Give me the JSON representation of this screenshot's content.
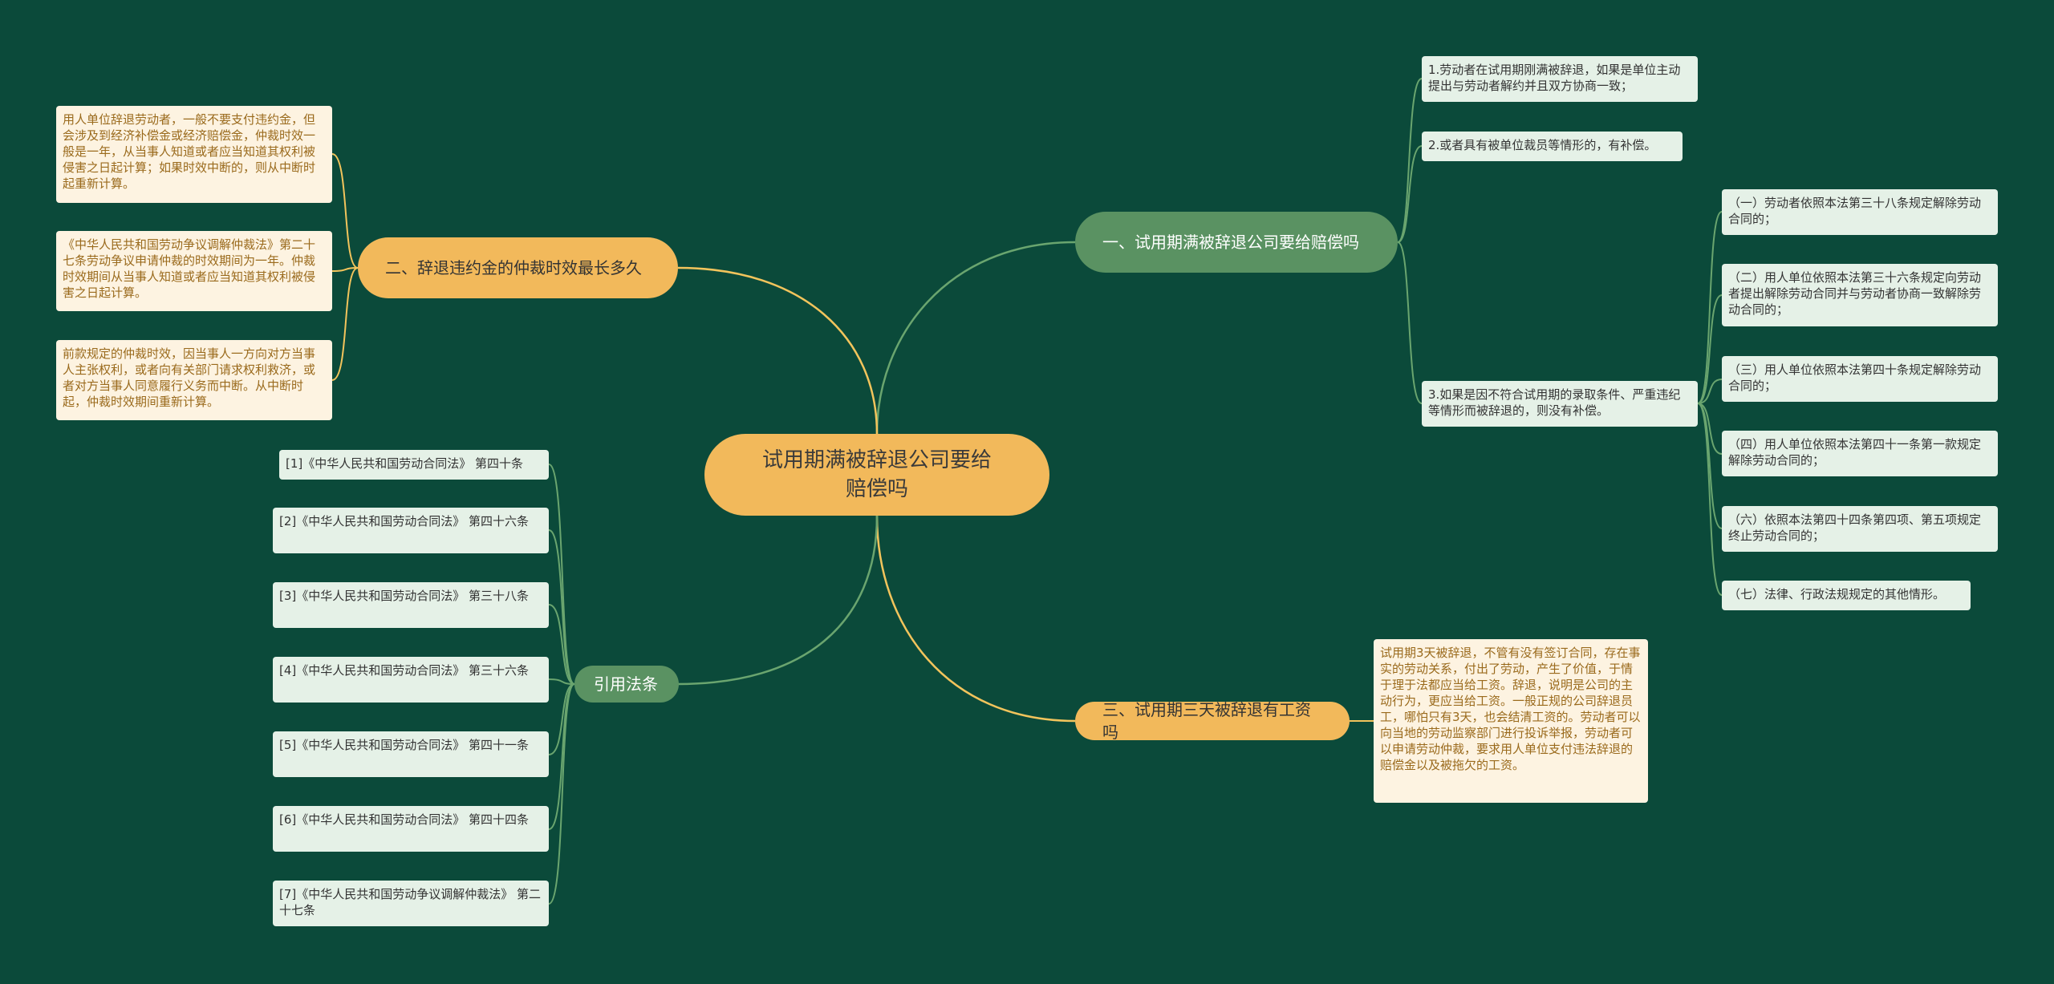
{
  "root": {
    "label": "试用期满被辞退公司要给赔偿吗"
  },
  "branches": {
    "b1": {
      "label": "一、试用期满被辞退公司要给赔偿吗",
      "items": [
        "1.劳动者在试用期刚满被辞退，如果是单位主动提出与劳动者解约并且双方协商一致；",
        "2.或者具有被单位裁员等情形的，有补偿。",
        "3.如果是因不符合试用期的录取条件、严重违纪等情形而被辞退的，则没有补偿。"
      ],
      "sub_items": [
        "（一）劳动者依照本法第三十八条规定解除劳动合同的；",
        "（二）用人单位依照本法第三十六条规定向劳动者提出解除劳动合同并与劳动者协商一致解除劳动合同的；",
        "（三）用人单位依照本法第四十条规定解除劳动合同的；",
        "（四）用人单位依照本法第四十一条第一款规定解除劳动合同的；",
        "（六）依照本法第四十四条第四项、第五项规定终止劳动合同的；",
        "（七）法律、行政法规规定的其他情形。"
      ]
    },
    "b2": {
      "label": "二、辞退违约金的仲裁时效最长多久",
      "items": [
        "用人单位辞退劳动者，一般不要支付违约金，但会涉及到经济补偿金或经济赔偿金，仲裁时效一般是一年，从当事人知道或者应当知道其权利被侵害之日起计算；如果时效中断的，则从中断时起重新计算。",
        "《中华人民共和国劳动争议调解仲裁法》第二十七条劳动争议申请仲裁的时效期间为一年。仲裁时效期间从当事人知道或者应当知道其权利被侵害之日起计算。",
        "前款规定的仲裁时效，因当事人一方向对方当事人主张权利，或者向有关部门请求权利救济，或者对方当事人同意履行义务而中断。从中断时起，仲裁时效期间重新计算。"
      ]
    },
    "b3": {
      "label": "三、试用期三天被辞退有工资吗",
      "items": [
        "试用期3天被辞退，不管有没有签订合同，存在事实的劳动关系，付出了劳动，产生了价值，于情于理于法都应当给工资。辞退，说明是公司的主动行为，更应当给工资。一般正规的公司辞退员工，哪怕只有3天，也会结清工资的。劳动者可以向当地的劳动监察部门进行投诉举报，劳动者可以申请劳动仲裁，要求用人单位支付违法辞退的赔偿金以及被拖欠的工资。"
      ]
    },
    "b4": {
      "label": "引用法条",
      "items": [
        "[1]《中华人民共和国劳动合同法》 第四十条",
        "[2]《中华人民共和国劳动合同法》 第四十六条",
        "[3]《中华人民共和国劳动合同法》 第三十八条",
        "[4]《中华人民共和国劳动合同法》 第三十六条",
        "[5]《中华人民共和国劳动合同法》 第四十一条",
        "[6]《中华人民共和国劳动合同法》 第四十四条",
        "[7]《中华人民共和国劳动争议调解仲裁法》 第二十七条"
      ]
    }
  },
  "colors": {
    "background": "#0b4a3a",
    "root": "#f2b95b",
    "green_branch": "#5a9262",
    "orange_branch": "#f2b95b",
    "cream_leaf": "#fdf3e1",
    "mint_leaf": "#e5f1e7",
    "green_link": "#6aa56f",
    "orange_link": "#f2c45c"
  }
}
